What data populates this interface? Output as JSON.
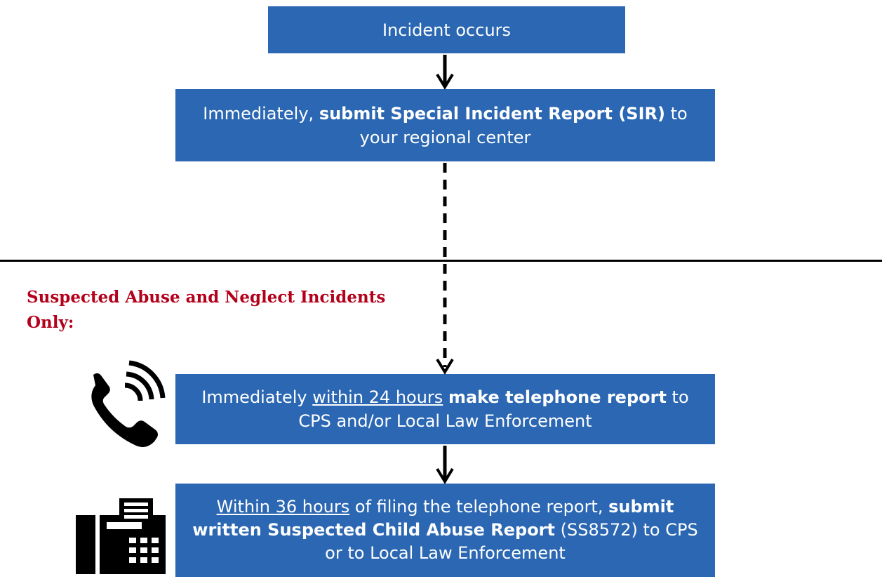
{
  "colors": {
    "box_fill": "#2b67b2",
    "box_text": "#ffffff",
    "heading": "#b3001b",
    "lines": "#000000"
  },
  "steps": {
    "incident": {
      "text": "Incident occurs"
    },
    "sir": {
      "pre": "Immediately, ",
      "bold": "submit Special Incident Report (SIR)",
      "post": " to your regional center"
    },
    "telephone": {
      "pre": "Immediately ",
      "underline": "within 24 hours",
      "mid": " ",
      "bold": "make telephone report",
      "post": " to CPS and/or Local Law Enforcement"
    },
    "written": {
      "underline": "Within 36 hours",
      "pre": " of filing the telephone report, ",
      "bold": "submit written Suspected Child Abuse Report",
      "post": " (SS8572) to CPS or to Local Law Enforcement"
    }
  },
  "section": {
    "title": "Suspected Abuse and Neglect Incidents Only:"
  },
  "icons": {
    "phone": "telephone-ringing-icon",
    "fax": "fax-machine-icon"
  }
}
